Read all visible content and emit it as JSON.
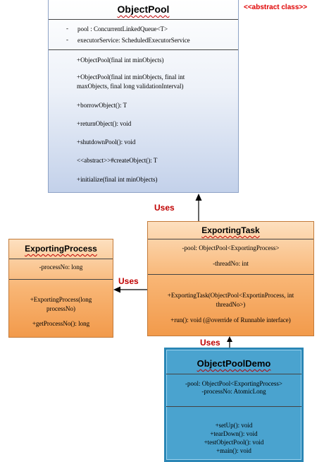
{
  "abstract_tag": "<<abstract class>>",
  "object_pool": {
    "title": "ObjectPool",
    "attributes": [
      {
        "bullet": "-",
        "text": "pool : ConcurrentLinkedQueue<T>"
      },
      {
        "bullet": "-",
        "text": "executorService: ScheduledExecutorService"
      }
    ],
    "methods": [
      "+ObjectPool(final int minObjects)",
      "+ObjectPool(final int minObjects, final int maxObjects, final long validationInterval)",
      "+borrowObject(): T",
      "+returnObject(): void",
      "+shutdownPool(): void",
      "<<abstract>>#createObject(): T",
      "+initialize(final int minObjects)"
    ]
  },
  "exporting_task": {
    "title": "ExportingTask",
    "attributes": [
      "-pool: ObjectPool<ExportingProcess>",
      "-threadNo: int"
    ],
    "methods": [
      "+ExportingTask(ObjectPool<ExportinProcess, int threadNo>)",
      "+run(): void (@override of Runnable interface)"
    ]
  },
  "exporting_process": {
    "title": "ExportingProcess",
    "attributes": [
      "-processNo: long"
    ],
    "methods": [
      "+ExportingProcess(long processNo)",
      "+getProcessNo(): long"
    ]
  },
  "object_pool_demo": {
    "title": "ObjectPoolDemo",
    "attributes": [
      "-pool: ObjectPool<ExportingProcess>",
      "-processNo: AtomicLong"
    ],
    "methods": [
      "+setUp(): void",
      "+tearDown(): void",
      "+testObjectPool(): void",
      "+main(): void"
    ]
  },
  "relations": {
    "task_to_pool": "Uses",
    "task_to_process": "Uses",
    "demo_to_task": "Uses"
  },
  "colors": {
    "uses_label": "#c00000",
    "abstract_tag": "#e00000",
    "orange_box": "#f8b574",
    "blue_box": "#4aa3cf"
  }
}
